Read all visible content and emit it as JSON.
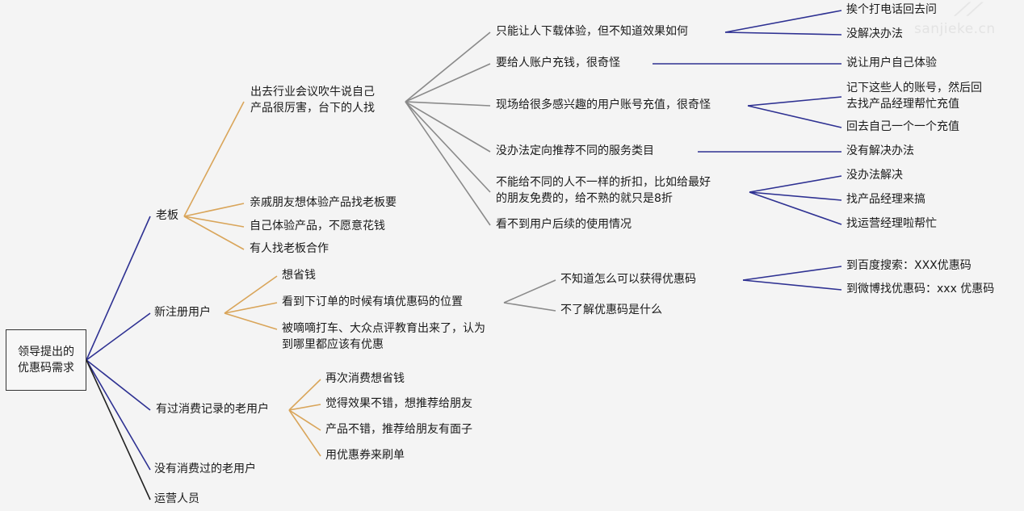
{
  "root": "领导提出的\n优惠码需求",
  "branches": {
    "boss": "老板",
    "new_user": "新注册用户",
    "old_user_consumed": "有过消费记录的老用户",
    "old_user_never": "没有消费过的老用户",
    "ops": "运营人员"
  },
  "boss_children": {
    "industry_meeting": "出去行业会议吹牛说自己\n产品很厉害，台下的人找",
    "relatives": "亲戚朋友想体验产品找老板要",
    "self_trial": "自己体验产品，不愿意花钱",
    "partner": "有人找老板合作"
  },
  "meeting_children": {
    "download_only": "只能让人下载体验，但不知道效果如何",
    "recharge_account": "要给人账户充钱，很奇怪",
    "onsite_recharge": "现场给很多感兴趣的用户账号充值，很奇怪",
    "no_targeting": "没办法定向推荐不同的服务类目",
    "no_discount": "不能给不同的人不一样的折扣，比如给最好\n的朋友免费的，给不熟的就只是8折",
    "no_tracking": "看不到用户后续的使用情况"
  },
  "level4": {
    "call_back": "挨个打电话回去问",
    "no_solution_a": "没解决办法",
    "let_user_try": "说让用户自己体验",
    "record_accounts": "记下这些人的账号，然后回\n去找产品经理帮忙充值",
    "recharge_one_by_one": "回去自己一个一个充值",
    "no_solution_b": "没有解决办法",
    "cannot_solve": "没办法解决",
    "find_pm": "找产品经理来搞",
    "find_ops_mgr": "找运营经理啦帮忙"
  },
  "new_user_children": {
    "save_money": "想省钱",
    "coupon_field": "看到下订单的时候有填优惠码的位置",
    "educated": "被嘀嘀打车、大众点评教育出来了，认为\n到哪里都应该有优惠"
  },
  "coupon_children": {
    "how_to_get": "不知道怎么可以获得优惠码",
    "what_is": "不了解优惠码是什么"
  },
  "get_children": {
    "baidu": "到百度搜索：XXX优惠码",
    "weibo": "到微博找优惠码：xxx 优惠码"
  },
  "consumed_children": {
    "save_again": "再次消费想省钱",
    "recommend": "觉得效果不错，想推荐给朋友",
    "face": "产品不错，推荐给朋友有面子",
    "brush": "用优惠券来刷单"
  },
  "watermark": "sanjieke.cn",
  "colors": {
    "navy": "#2e3192",
    "tan": "#d9a55a",
    "gray": "#8a8a8a",
    "black": "#222222"
  }
}
